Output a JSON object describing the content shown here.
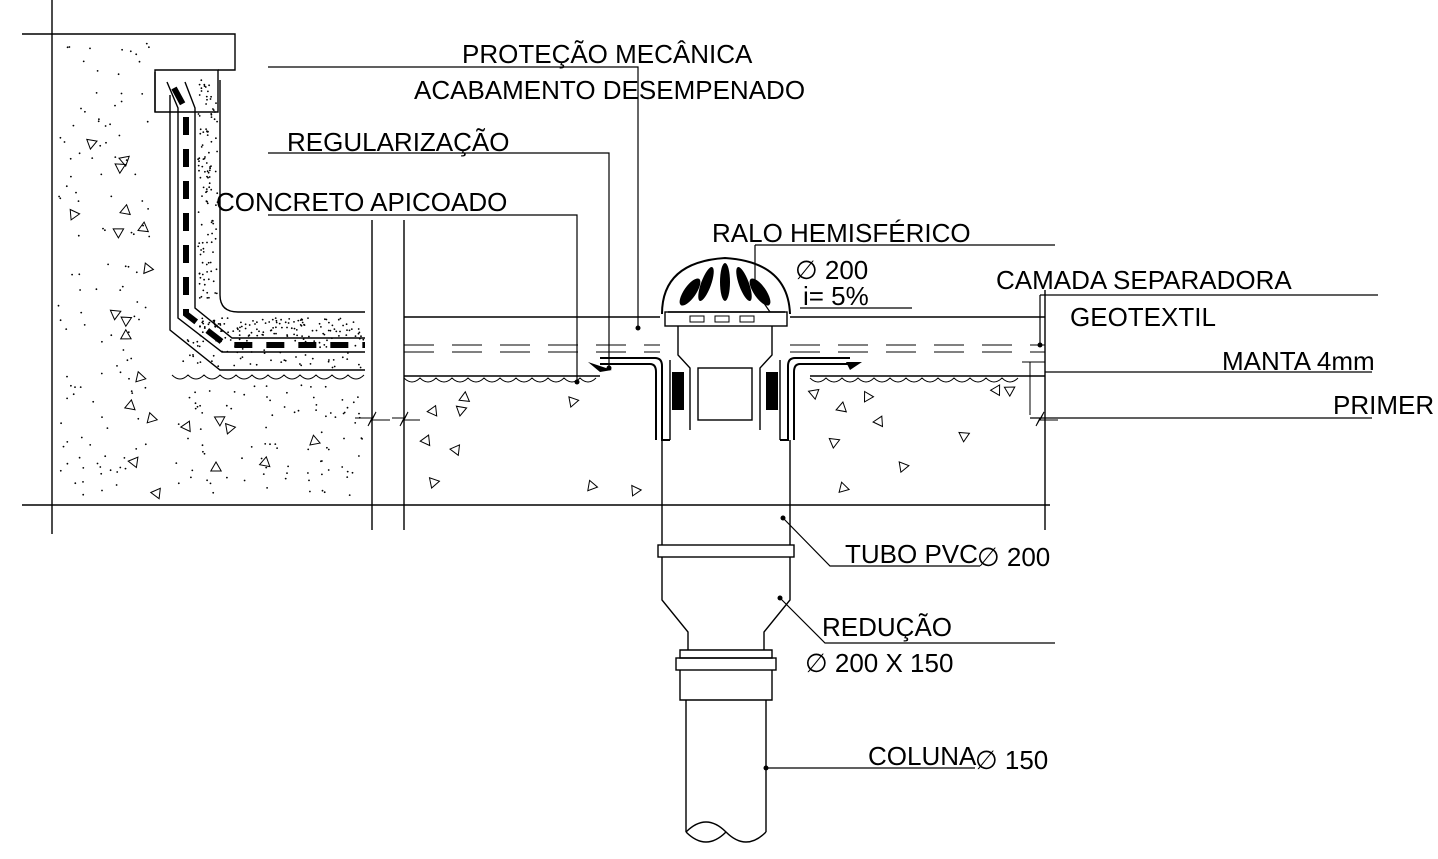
{
  "labels": {
    "protecao_mecanica": "PROTEÇÃO MECÂNICA",
    "acabamento": "ACABAMENTO DESEMPENADO",
    "regularizacao": "REGULARIZAÇÃO",
    "concreto": "CONCRETO APICOADO",
    "ralo": "RALO HEMISFÉRICO",
    "ralo_diam": "∅ 200",
    "inclinacao": "i= 5%",
    "camada": "CAMADA SEPARADORA",
    "geotextil": "GEOTEXTIL",
    "manta": "MANTA 4mm",
    "primer": "PRIMER",
    "tubo": "TUBO PVC",
    "tubo_diam": "∅ 200",
    "reducao": "REDUÇÃO",
    "reducao_diam": "∅ 200 X 150",
    "coluna": "COLUNA",
    "coluna_diam": "∅ 150"
  }
}
